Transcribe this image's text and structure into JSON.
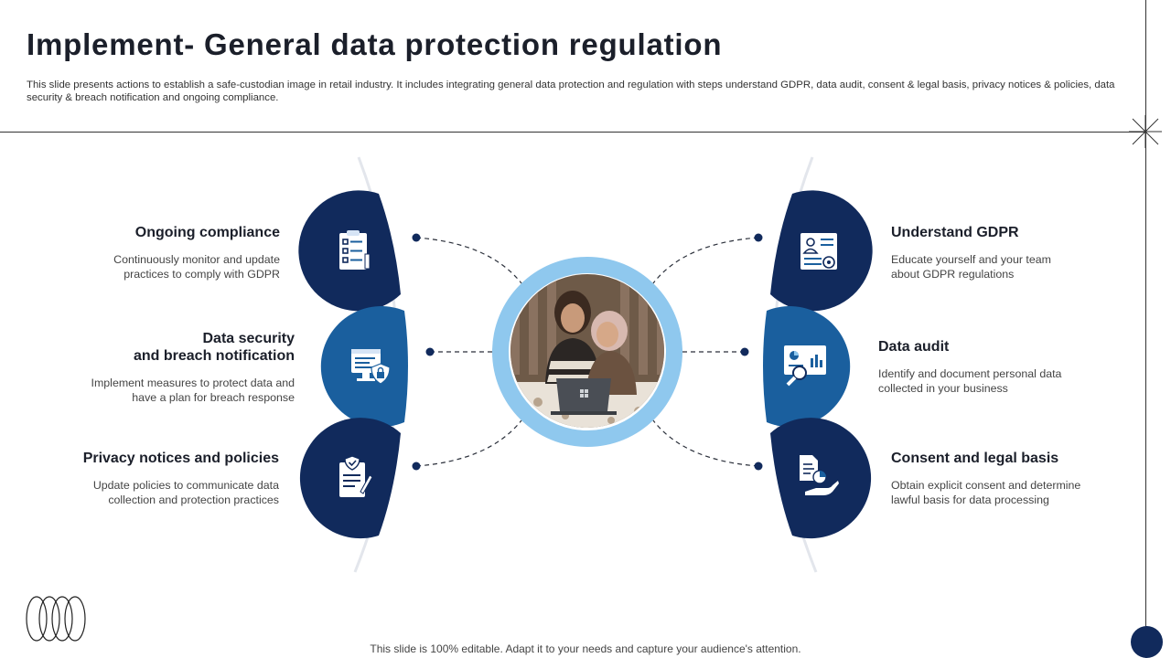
{
  "header": {
    "title": "Implement- General data protection regulation",
    "subtitle": "This slide presents actions to establish a safe-custodian image in retail industry. It includes integrating general data protection and regulation with steps understand GDPR, data audit, consent & legal basis, privacy notices & policies, data security & breach notification and ongoing compliance."
  },
  "left_steps": [
    {
      "title": "Ongoing compliance",
      "desc": "Continuously monitor and update practices to comply with GDPR",
      "icon": "checklist-clipboard-icon"
    },
    {
      "title_line1": "Data security",
      "title_line2": "and breach notification",
      "desc": "Implement measures to protect data and have a plan for breach response",
      "icon": "secure-monitor-icon"
    },
    {
      "title": "Privacy notices and policies",
      "desc": "Update policies to communicate data collection and protection practices",
      "icon": "policy-document-icon"
    }
  ],
  "right_steps": [
    {
      "title": "Understand GDPR",
      "desc": "Educate yourself and your team about GDPR regulations",
      "icon": "profile-settings-icon"
    },
    {
      "title": "Data audit",
      "desc": "Identify and document personal data collected in your business",
      "icon": "data-analysis-icon"
    },
    {
      "title": "Consent and legal basis",
      "desc": "Obtain explicit consent and determine lawful basis for data processing",
      "icon": "consent-hand-document-icon"
    }
  ],
  "footer": "This slide is 100% editable. Adapt it to your needs and capture your audience's attention.",
  "colors": {
    "navy": "#112a5c",
    "blue": "#1a5f9e",
    "light_blue": "#8fc8ee",
    "text": "#1b1f2a"
  }
}
